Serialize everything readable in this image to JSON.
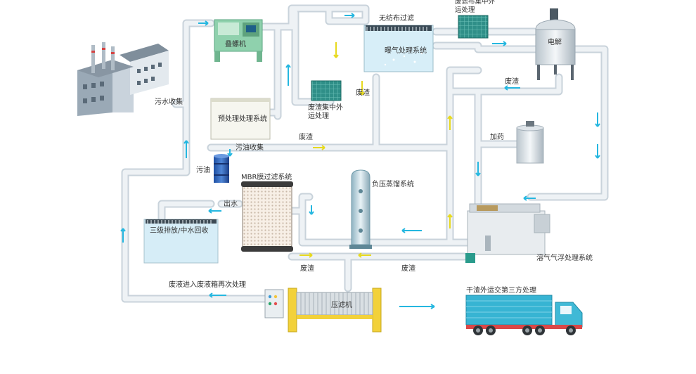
{
  "labels": {
    "factory": "污水收集",
    "screw_press": "叠螺机",
    "nonwoven": "无纺布过滤",
    "filter_cloth": "废滤布集中外运处理",
    "aeration": "曝气处理系统",
    "electrolysis": "电解",
    "pretreatment": "预处理处理系统",
    "oil_collect": "污油收集",
    "waste_oil": "污油",
    "sludge_center": "废渣集中外运处理",
    "residue_mid": "废渣",
    "residue_mid2": "废渣",
    "residue_top": "废渣",
    "dosing": "加药",
    "mbr": "MBR膜过滤系统",
    "evaporation": "负压蒸馏系统",
    "outlet": "出水",
    "tertiary": "三级排放/中水回收",
    "dissolved_air": "溶气气浮处理系统",
    "residue_left": "废渣",
    "residue_right": "废渣",
    "waste_liquid": "废液进入废液箱再次处理",
    "filter_press": "压滤机",
    "truck": "干渣外运交第三方处理"
  },
  "colors": {
    "pipe": "#e6ecf1",
    "pipe_edge": "#c8d2da",
    "arrow_blue": "#25b7e0",
    "arrow_yellow": "#f0e030",
    "water": "#cde9f6",
    "truck_cab": "#3fb9d6",
    "press_yellow": "#f2d13a",
    "machine_green": "#7fc8a0"
  }
}
